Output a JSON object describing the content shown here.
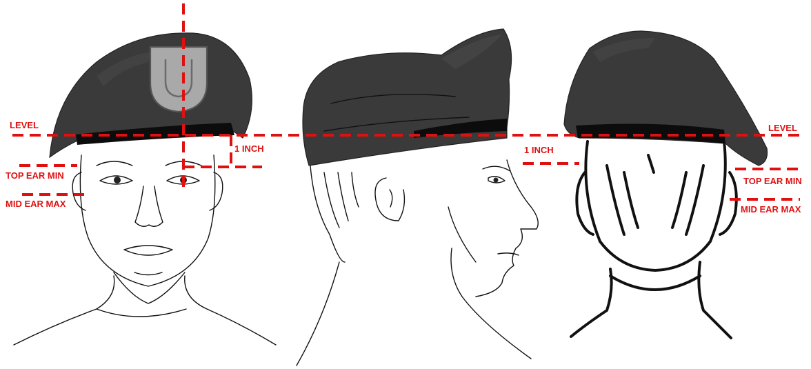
{
  "labels": {
    "level_left": "LEVEL",
    "level_right": "LEVEL",
    "one_inch_front": "1 INCH",
    "one_inch_side": "1 INCH",
    "top_ear_min_left": "TOP EAR MIN",
    "mid_ear_max_left": "MID EAR MAX",
    "top_ear_min_right": "TOP EAR MIN",
    "mid_ear_max_right": "MID EAR MAX"
  },
  "colors": {
    "guide_lines": "#e01010",
    "beret": "#3a3a3a",
    "flash": "#a9a9a9",
    "line_art": "#111111"
  },
  "views": [
    "front-view",
    "side-view",
    "rear-view"
  ]
}
